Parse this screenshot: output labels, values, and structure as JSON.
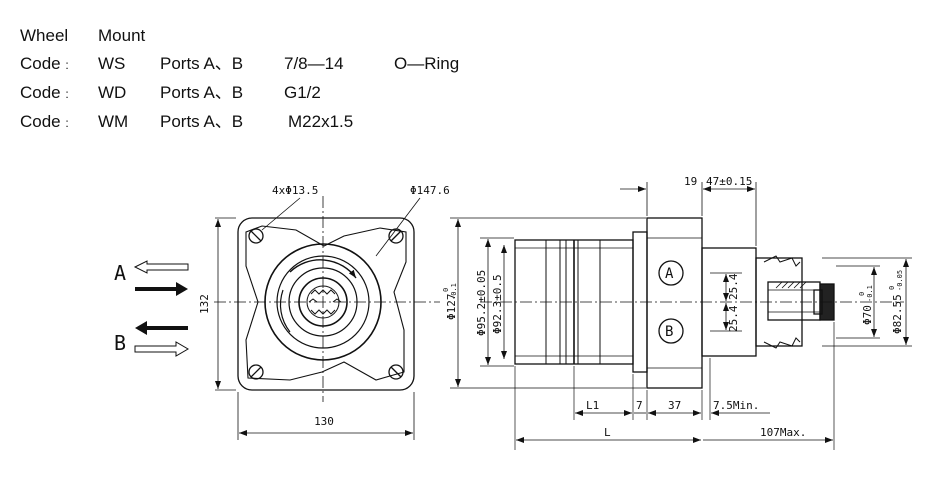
{
  "header": {
    "row0": {
      "a": "Wheel",
      "b": "Mount"
    },
    "rows": [
      {
        "code_label": "Code",
        "sep": ":",
        "code": "WS",
        "ports_label": "Ports A、B",
        "thread": "7/8—14",
        "seal": "O—Ring"
      },
      {
        "code_label": "Code",
        "sep": ":",
        "code": "WD",
        "ports_label": "Ports A、B",
        "thread": "G1/2",
        "seal": ""
      },
      {
        "code_label": "Code",
        "sep": ":",
        "code": "WM",
        "ports_label": "Ports A、B",
        "thread": "M22x1.5",
        "seal": ""
      }
    ]
  },
  "front_view": {
    "dim_bolt_holes": "4xΦ13.5",
    "dim_pilot": "Φ147.6",
    "dim_height": "132",
    "dim_width": "130",
    "port_a": "A",
    "port_b": "B"
  },
  "side_view": {
    "dim_19": "19",
    "dim_47": "47±0.15",
    "dim_127": "Φ127",
    "dim_127_tol_top": "0",
    "dim_127_tol_bot": "-0.1",
    "dim_95": "Φ95.2±0.05",
    "dim_92": "Φ92.3±0.5",
    "dim_25a": "25.4",
    "dim_25b": "25.4",
    "dim_70": "Φ70",
    "dim_70_tol_top": "0",
    "dim_70_tol_bot": "-0.1",
    "dim_82": "Φ82.55",
    "dim_82_tol_top": "0",
    "dim_82_tol_bot": "-0.05",
    "dim_L1": "L1",
    "dim_7": "7",
    "dim_37": "37",
    "dim_75": "7.5Min.",
    "dim_L": "L",
    "dim_107": "107Max.",
    "port_a": "A",
    "port_b": "B"
  }
}
